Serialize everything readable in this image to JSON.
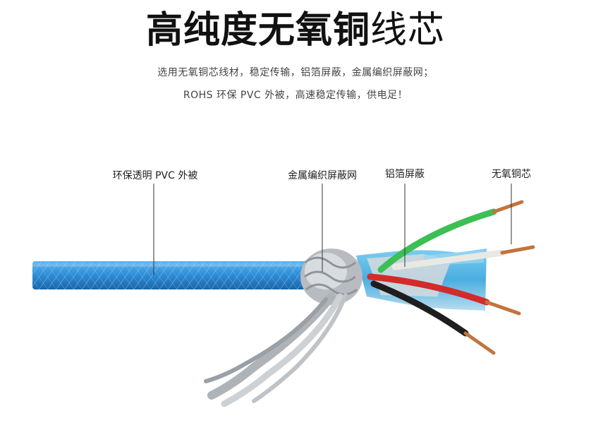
{
  "title": {
    "bold": "高纯度无氧铜",
    "light": "线芯"
  },
  "subtitle_lines": [
    "选用无氧铜芯线材，稳定传输，铝箔屏蔽，金属编织屏蔽网；",
    "ROHS 环保 PVC 外被，高速稳定传输，供电足！"
  ],
  "callouts": {
    "pvc_jacket": "环保透明 PVC 外被",
    "braid_shield": "金属编织屏蔽网",
    "foil_shield": "铝箔屏蔽",
    "copper_core": "无氧铜芯"
  },
  "colors": {
    "jacket": "#2f8fd8",
    "jacket_dark": "#1d6fb4",
    "foil": "#cfd6dc",
    "foil_blue": "#59b8e6",
    "wire_green": "#3cbf55",
    "wire_white": "#e9e9e4",
    "wire_red": "#d32a2a",
    "wire_black": "#1e1e1e",
    "copper": "#c1743c"
  }
}
